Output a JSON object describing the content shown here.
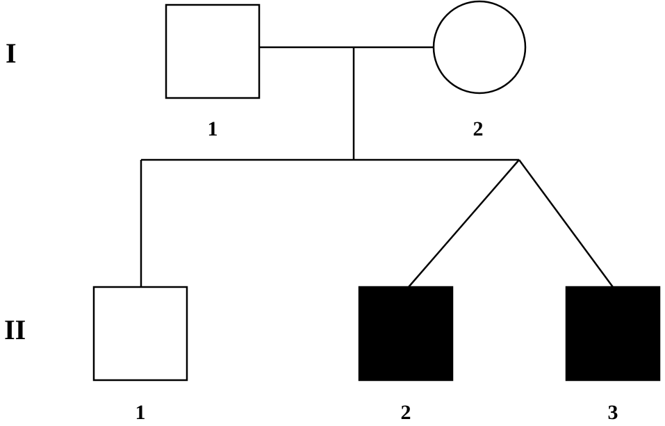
{
  "generations": [
    {
      "label": "I"
    },
    {
      "label": "II"
    }
  ],
  "individuals": [
    {
      "generation": "I",
      "number": "1",
      "sex": "male",
      "affected": false
    },
    {
      "generation": "I",
      "number": "2",
      "sex": "female",
      "affected": false
    },
    {
      "generation": "II",
      "number": "1",
      "sex": "male",
      "affected": false
    },
    {
      "generation": "II",
      "number": "2",
      "sex": "male",
      "affected": true,
      "twin": true
    },
    {
      "generation": "II",
      "number": "3",
      "sex": "male",
      "affected": true,
      "twin": true
    }
  ],
  "colors": {
    "affected": "#000000",
    "unaffected": "#ffffff",
    "line": "#000000"
  }
}
